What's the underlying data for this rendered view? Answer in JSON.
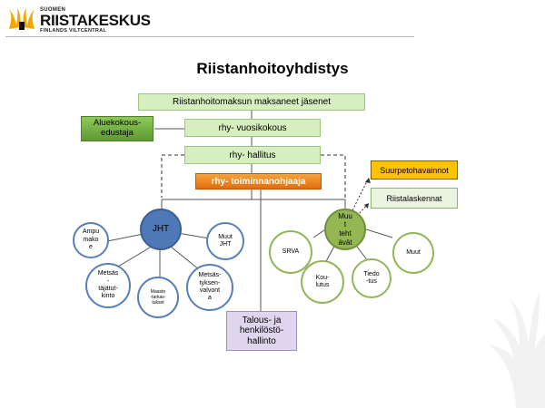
{
  "header": {
    "brand_small": "SUOMEN",
    "brand_big": "RIISTAKESKUS",
    "brand_sub": "FINLANDS VILTCENTRAL"
  },
  "title": "Riistanhoitoyhdistys",
  "boxes": {
    "members": "Riistanhoitomaksun  maksaneet  jäsenet",
    "regional": "Aluekokous-\nedustaja",
    "annual_meeting": "rhy- vuosikokous",
    "board": "rhy- hallitus",
    "director": "rhy- toiminnanohjaaja",
    "large_predators": "Suurpetohavainnot",
    "game_counts": "Riistalaskennat",
    "finance_hr": "Talous- ja\nhenkilöstö-\nhallinto"
  },
  "circles": {
    "jht": "JHT",
    "ampumakoe": "Ampu\nmako\ne",
    "muut_jht": "Muut\nJHT",
    "metsastajatutkinto": "Metsäs\n-\ntäjätut-\nkinto",
    "maasto": "Maasto\n-tarkas-\ntukset",
    "valvonta": "Metsäs-\ntyksen-\nvalvont\na",
    "muut_tehtavat": "Muu\nt\nteht\nävät",
    "srva": "SRVA",
    "koulutus": "Kou-\nlutus",
    "tiedotus": "Tiedo\n-tus",
    "muut": "Muut"
  },
  "colors": {
    "green_light": "#d6eec0",
    "green_dark": "#6fae3f",
    "orange": "#ee8420",
    "yellow": "#ffc200",
    "purple": "#e0d5ef",
    "blue": "#4f79b6",
    "olive": "#94b753"
  }
}
